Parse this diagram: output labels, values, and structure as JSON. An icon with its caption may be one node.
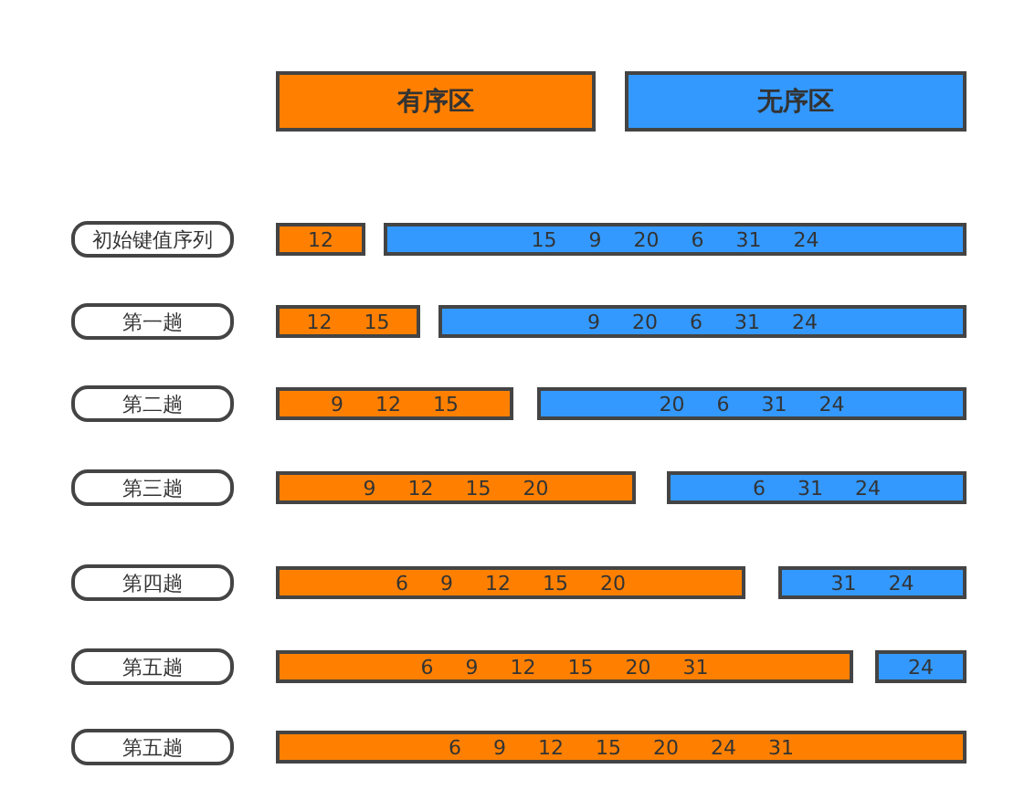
{
  "diagram": {
    "nodes": [
      {
        "text": [
          "有序区"
        ]
      },
      {
        "text": [
          "无序区"
        ]
      },
      {
        "text": [
          "初始键值序列"
        ]
      },
      {
        "text": [
          "12"
        ]
      },
      {
        "text": [
          "15 9 20 6 31 24"
        ]
      },
      {
        "text": [
          "第一趟"
        ]
      },
      {
        "text": [
          "12 15"
        ]
      },
      {
        "text": [
          "9 20 6 31 24"
        ]
      },
      {
        "text": [
          "第二趟"
        ]
      },
      {
        "text": [
          "9 12 15"
        ]
      },
      {
        "text": [
          "20 6 31 24"
        ]
      },
      {
        "text": [
          "第三趟"
        ]
      },
      {
        "text": [
          "9 12 15 20"
        ]
      },
      {
        "text": [
          "6 31 24"
        ]
      },
      {
        "text": [
          "第四趟"
        ]
      },
      {
        "text": [
          "6 9 12 15 20"
        ]
      },
      {
        "text": [
          "31 24"
        ]
      },
      {
        "text": [
          "第五趟"
        ]
      },
      {
        "text": [
          "6 9 12 15 20 31"
        ]
      },
      {
        "text": [
          "24"
        ]
      },
      {
        "text": [
          "第五趟"
        ]
      },
      {
        "text": [
          "6 9 12 15 20 24 31"
        ]
      }
    ],
    "edges": []
  }
}
